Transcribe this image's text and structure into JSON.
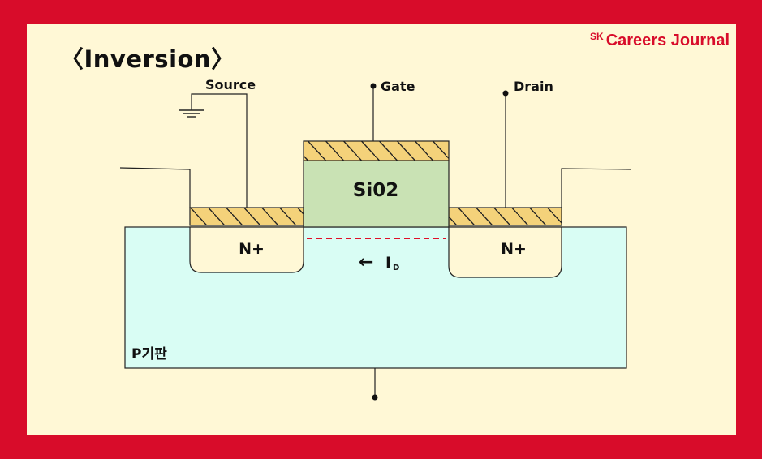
{
  "title": "〈Inversion〉",
  "brand": {
    "prefix": "SK",
    "name": "Careers Journal"
  },
  "terminals": {
    "source": "Source",
    "gate": "Gate",
    "drain": "Drain"
  },
  "regions": {
    "oxide": "Si02",
    "source_region": "N+",
    "drain_region": "N+",
    "substrate": "P기판"
  },
  "current": {
    "arrow": "←",
    "symbol": "I",
    "subscript": "D"
  },
  "colors": {
    "frame": "#d80c2a",
    "panel": "#fff8d6",
    "substrate": "#d9fdf4",
    "oxide": "#c9e2b4",
    "contact": "#f4d27a",
    "channel": "#e0102a"
  }
}
